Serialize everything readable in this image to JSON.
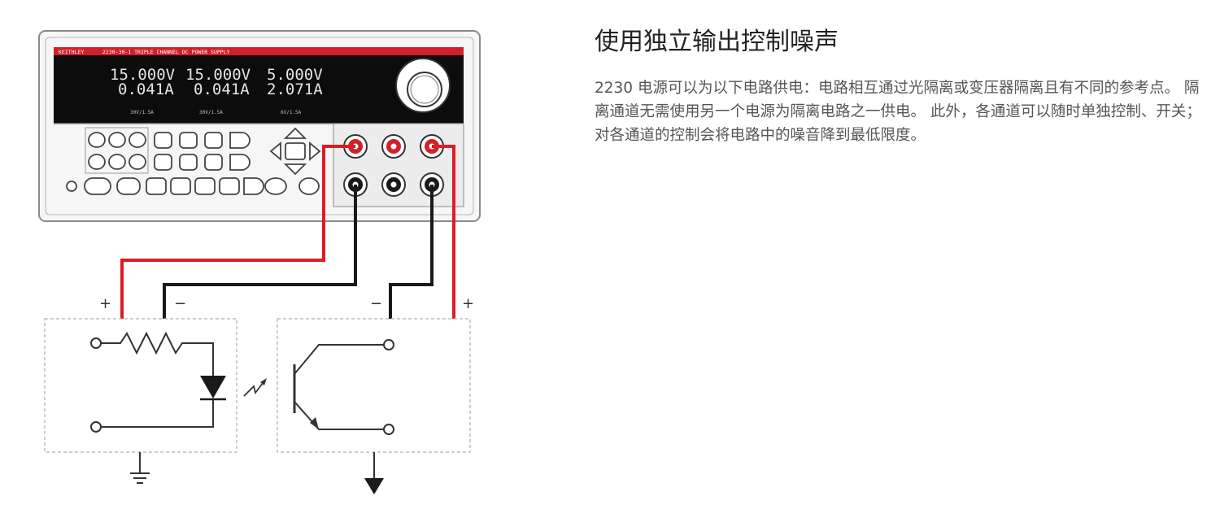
{
  "article": {
    "title": "使用独立输出控制噪声",
    "body": "2230 电源可以为以下电路供电：电路相互通过光隔离或变压器隔离且有不同的参考点。 隔离通道无需使用另一个电源为隔离电路之一供电。 此外，各通道可以随时单独控制、开关；对各通道的控制会将电路中的噪音降到最低限度。"
  },
  "instrument": {
    "brand": "KEITHLEY",
    "model": "2230-30-1 TRIPLE CHANNEL DC POWER SUPPLY",
    "display": {
      "ch1": {
        "voltage": "15.000V",
        "current": "0.041A",
        "label": "30V/1.5A"
      },
      "ch2": {
        "voltage": "15.000V",
        "current": "0.041A",
        "label": "30V/1.5A"
      },
      "ch3": {
        "voltage": "5.000V",
        "current": "2.071A",
        "label": "6V/1.5A"
      }
    }
  },
  "circuit": {
    "left_plus": "+",
    "left_minus": "−",
    "right_minus": "−",
    "right_plus": "+"
  },
  "colors": {
    "wire_red": "#e01b24",
    "wire_black": "#1a1a1a",
    "display_bg": "#0c0c0c",
    "display_text": "#e4e4e4",
    "brand_bar": "#d21f2a",
    "panel_bg": "#f2f2f2",
    "outline": "#555555",
    "dash_box": "#bdbdbd"
  }
}
